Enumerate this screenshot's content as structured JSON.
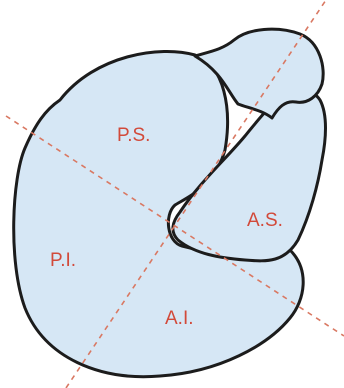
{
  "colors": {
    "background": "#ffffff",
    "shape_fill": "#d6e7f5",
    "outline": "#1c1c1c",
    "divider_lines": "#d97862",
    "label_text": "#d24a3a"
  },
  "diagram": {
    "regions": [
      {
        "key": "posterior_superior",
        "label": "P.S."
      },
      {
        "key": "posterior_inferior",
        "label": "P.I."
      },
      {
        "key": "anterior_superior",
        "label": "A.S."
      },
      {
        "key": "anterior_inferior",
        "label": "A.I."
      }
    ],
    "dividers": [
      {
        "key": "diagonal_descending",
        "style": "dashed"
      },
      {
        "key": "diagonal_ascending",
        "style": "dashed"
      }
    ]
  }
}
